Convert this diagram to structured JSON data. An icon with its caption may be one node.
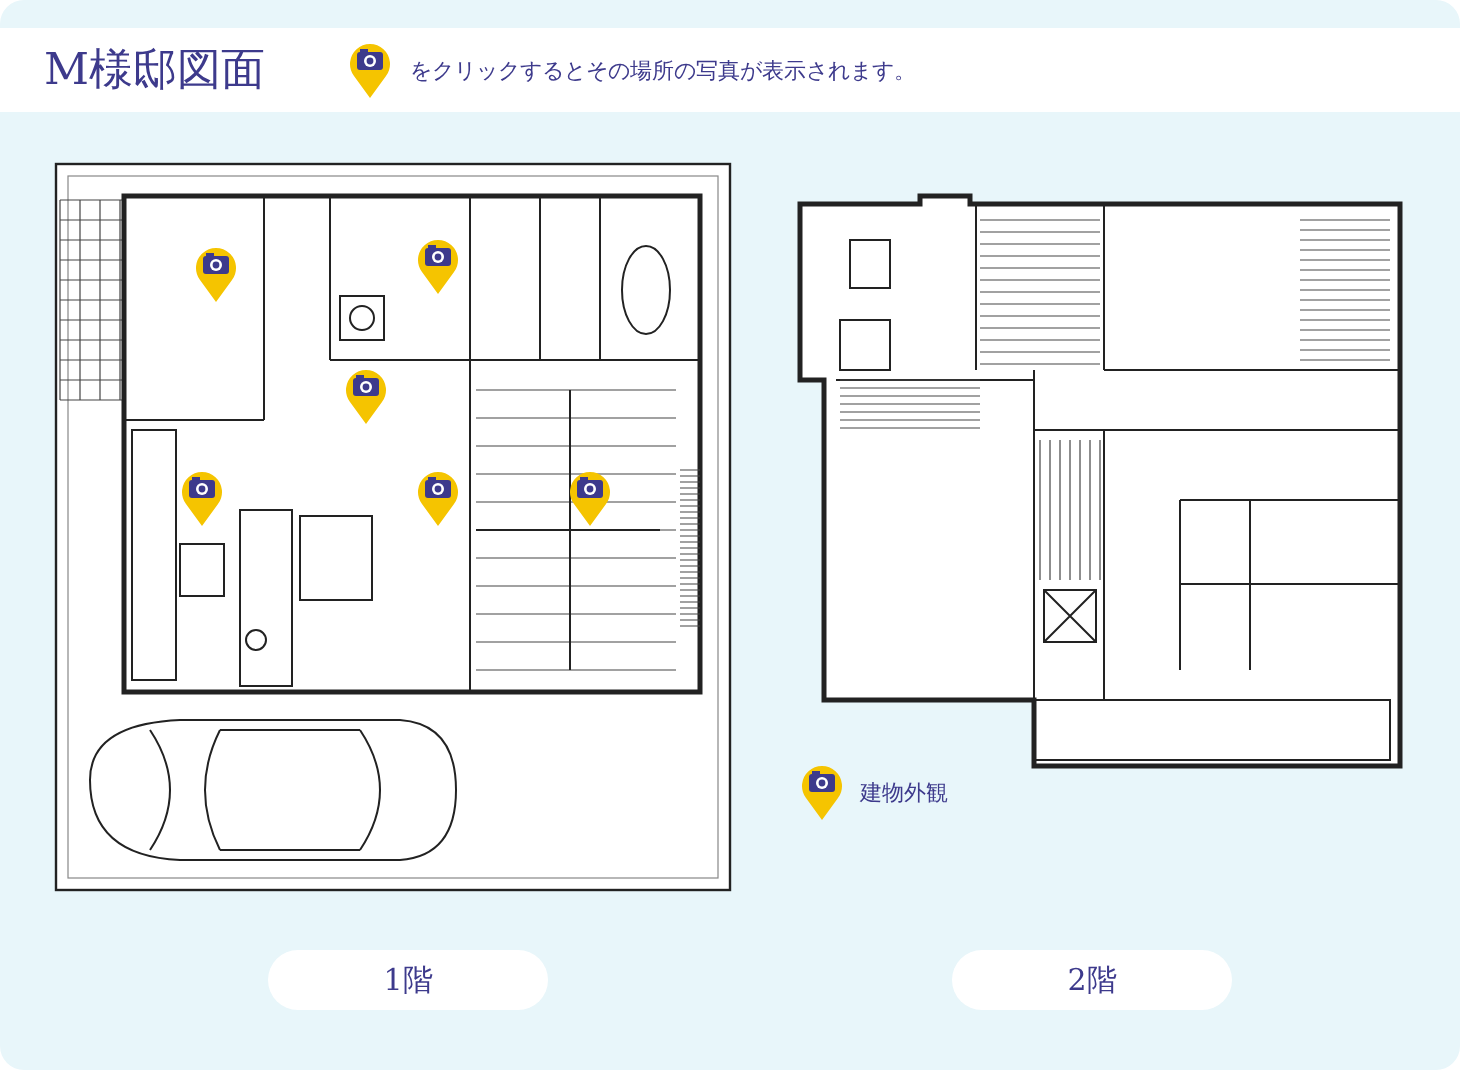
{
  "diagram": {
    "title": "M様邸図面",
    "labels": [
      "をクリックするとその場所の写真が表示されます。",
      "建物外観",
      "1階",
      "2階"
    ]
  }
}
